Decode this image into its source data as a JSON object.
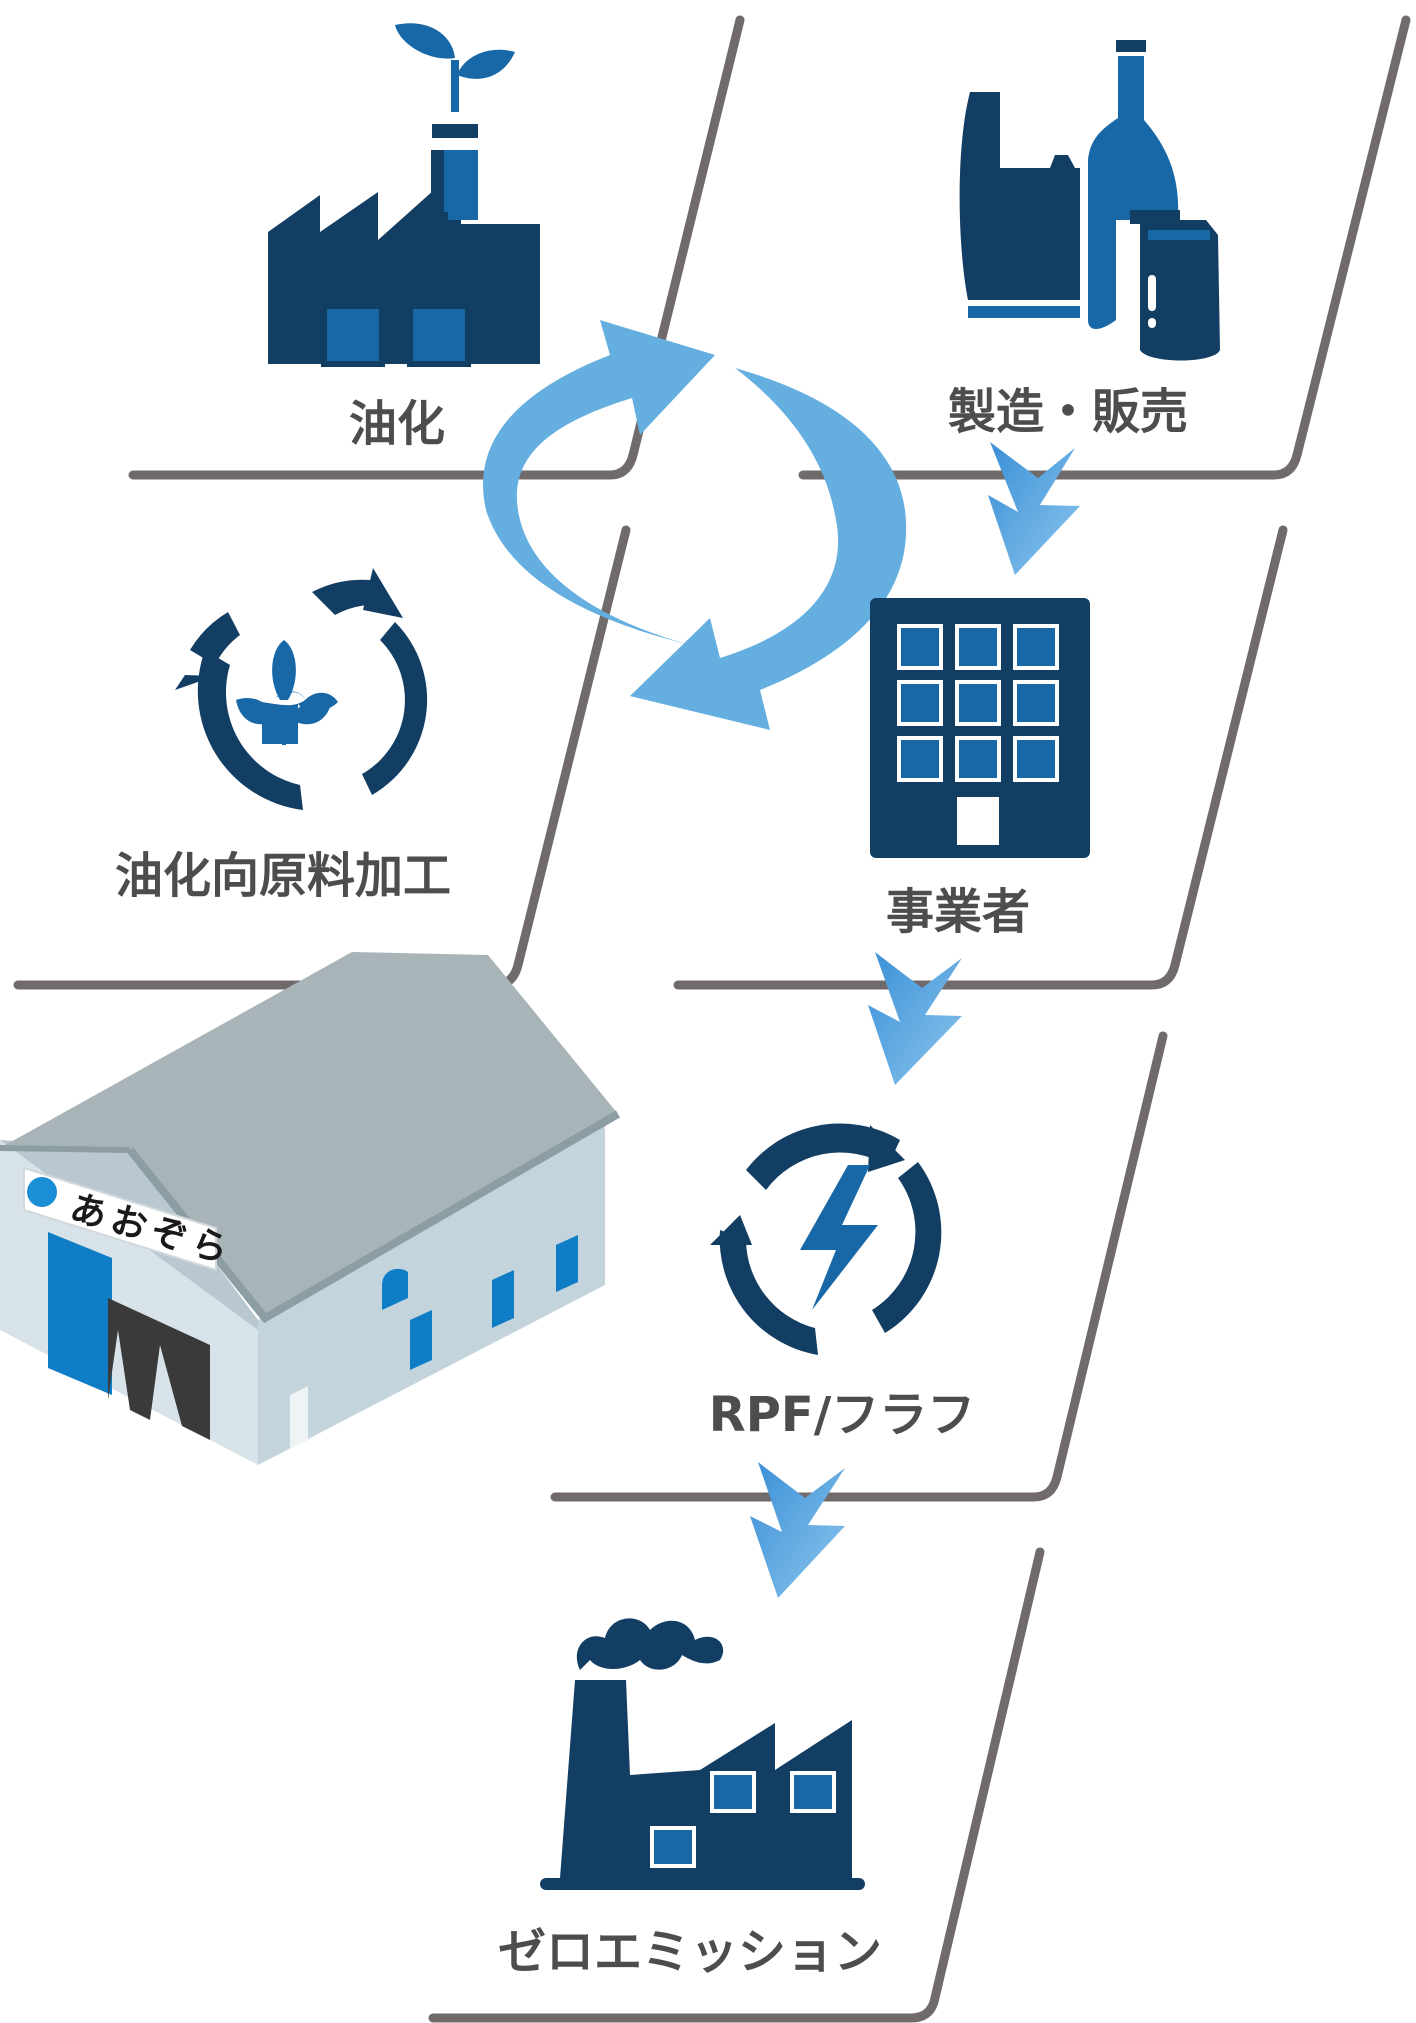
{
  "colors": {
    "navy": "#133e63",
    "blue": "#1868a8",
    "light_blue": "#64aee0",
    "divider": "#716a6a",
    "label_gray": "#4d4d4d",
    "roof": "#a8b4b7",
    "wall_light": "#c4d4dc",
    "wall_front": "#d8e3e9",
    "door_blue": "#0f7dc6",
    "door_dark": "#3a3a3a"
  },
  "steps": {
    "oil_conversion": {
      "label": "油化",
      "icon": "factory-sprout-icon"
    },
    "manufacture_sales": {
      "label": "製造・販売",
      "icon": "bag-bottle-can-icon"
    },
    "oil_feedstock_processing": {
      "label": "油化向原料加工",
      "icon": "recycle-leaf-icon"
    },
    "businesses": {
      "label": "事業者",
      "icon": "office-building-icon"
    },
    "rpf_fluff": {
      "label": "RPF/フラフ",
      "icon": "recycle-lightning-icon"
    },
    "zero_emission": {
      "label": "ゼロエミッション",
      "icon": "factory-smoke-icon"
    }
  },
  "facility": {
    "sign_text": "あおぞら",
    "icon": "warehouse-building-icon"
  },
  "cycle_icon": "circular-arrows-icon",
  "flow_icon": "chevron-down-arrow-icon"
}
